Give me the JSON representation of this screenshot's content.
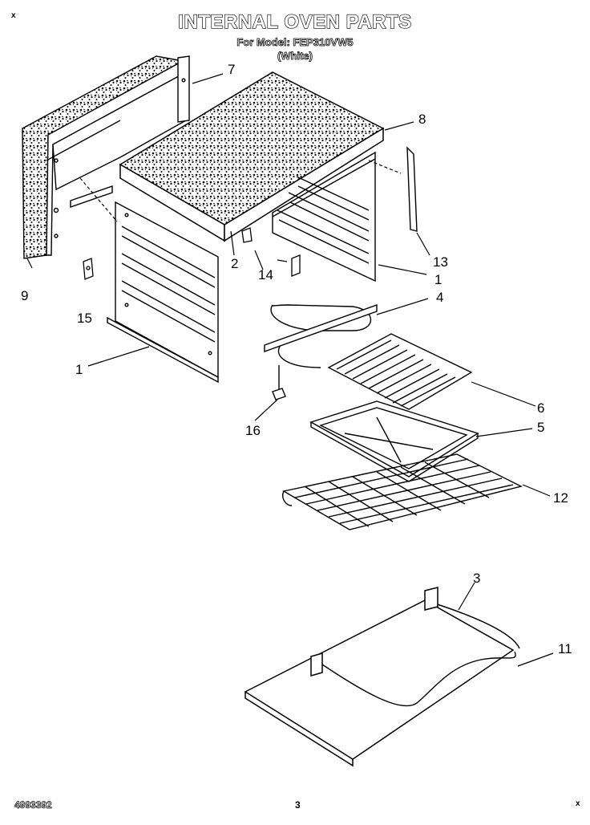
{
  "header": {
    "title": "INTERNAL OVEN PARTS",
    "model_line": "For Model: FEP310VW5",
    "color_line": "(White)",
    "corner_mark": "x"
  },
  "callouts": {
    "c7": "7",
    "c8": "8",
    "c9": "9",
    "c2": "2",
    "c14": "14",
    "c13": "13",
    "c1_right": "1",
    "c15": "15",
    "c4": "4",
    "c1_left": "1",
    "c6": "6",
    "c5": "5",
    "c16": "16",
    "c12": "12",
    "c3": "3",
    "c11": "11"
  },
  "footer": {
    "document_number": "4993392",
    "page_number": "3",
    "corner_mark": "x"
  }
}
